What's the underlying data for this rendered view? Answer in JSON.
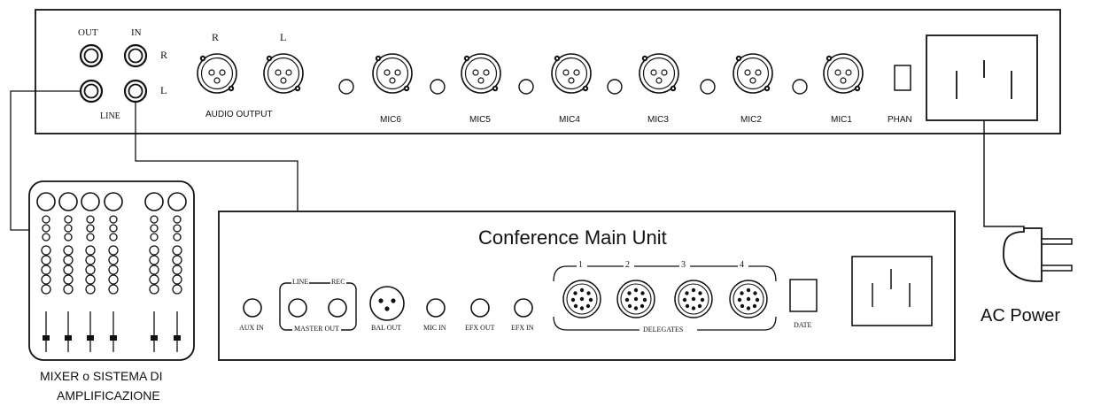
{
  "rear_panel": {
    "line_jacks": {
      "out_label": "OUT",
      "in_label": "IN",
      "r_label": "R",
      "l_label": "L",
      "group_label": "LINE"
    },
    "audio_output": {
      "r_label": "R",
      "l_label": "L",
      "group_label": "AUDIO OUTPUT"
    },
    "mic_labels": [
      "MIC6",
      "MIC5",
      "MIC4",
      "MIC3",
      "MIC2",
      "MIC1"
    ],
    "phantom_label": "PHAN"
  },
  "main_unit": {
    "title": "Conference Main Unit",
    "aux_in": "AUX IN",
    "line": "LINE",
    "rec": "REC",
    "master_out": "MASTER OUT",
    "bal_out": "BAL OUT",
    "mic_in": "MIC IN",
    "efx_out": "EFX OUT",
    "efx_in": "EFX IN",
    "delegate_numbers": [
      "1",
      "2",
      "3",
      "4"
    ],
    "delegates": "DELEGATES",
    "date": "DATE"
  },
  "mixer": {
    "caption_line1": "MIXER o SISTEMA DI",
    "caption_line2": "AMPLIFICAZIONE"
  },
  "power": {
    "caption": "AC Power"
  }
}
